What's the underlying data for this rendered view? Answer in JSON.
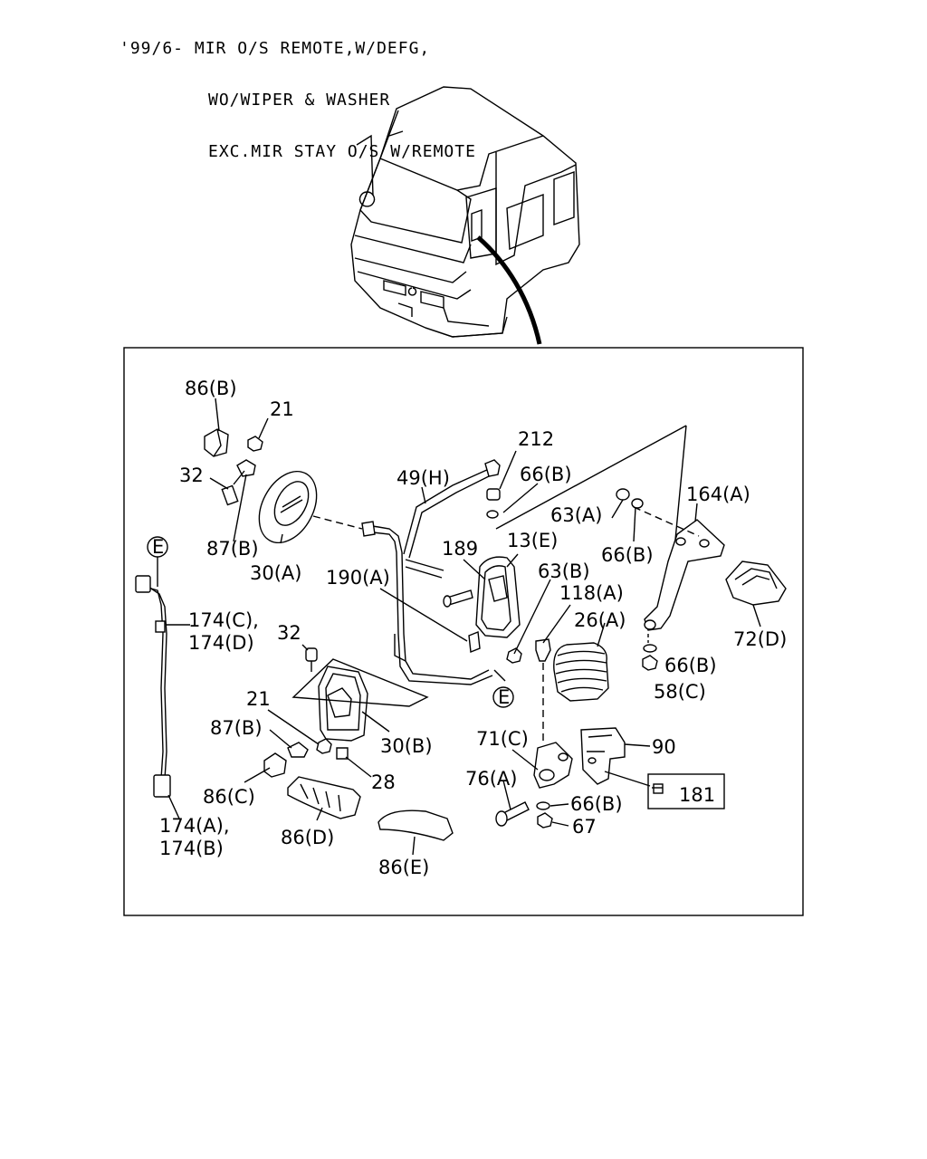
{
  "header": {
    "line1": "'99/6- MIR O/S REMOTE,W/DEFG,",
    "line2": "WO/WIPER & WASHER",
    "line3": "EXC.MIR STAY O/S W/REMOTE"
  },
  "callouts": {
    "c86b": "86(B)",
    "c21a": "21",
    "c32a": "32",
    "c87b_a": "87(B)",
    "c30a": "30(A)",
    "c49h": "49(H)",
    "c212": "212",
    "c66b_a": "66(B)",
    "c63a": "63(A)",
    "c164a": "164(A)",
    "c189": "189",
    "c13e": "13(E)",
    "c66b_b": "66(B)",
    "c190a": "190(A)",
    "c63b": "63(B)",
    "c118a": "118(A)",
    "c26a": "26(A)",
    "c72d": "72(D)",
    "c174c": "174(C),",
    "c174d": "174(D)",
    "c32b": "32",
    "c66b_c": "66(B)",
    "c58c": "58(C)",
    "c21b": "21",
    "c87b_b": "87(B)",
    "c30b": "30(B)",
    "c71c": "71(C)",
    "c90": "90",
    "c28": "28",
    "c86c": "86(C)",
    "c76a": "76(A)",
    "c181": "181",
    "c66b_d": "66(B)",
    "c67": "67",
    "c174a": "174(A),",
    "c174b": "174(B)",
    "c86d": "86(D)",
    "c86e": "86(E)",
    "refE1": "E",
    "refE2": "E"
  }
}
